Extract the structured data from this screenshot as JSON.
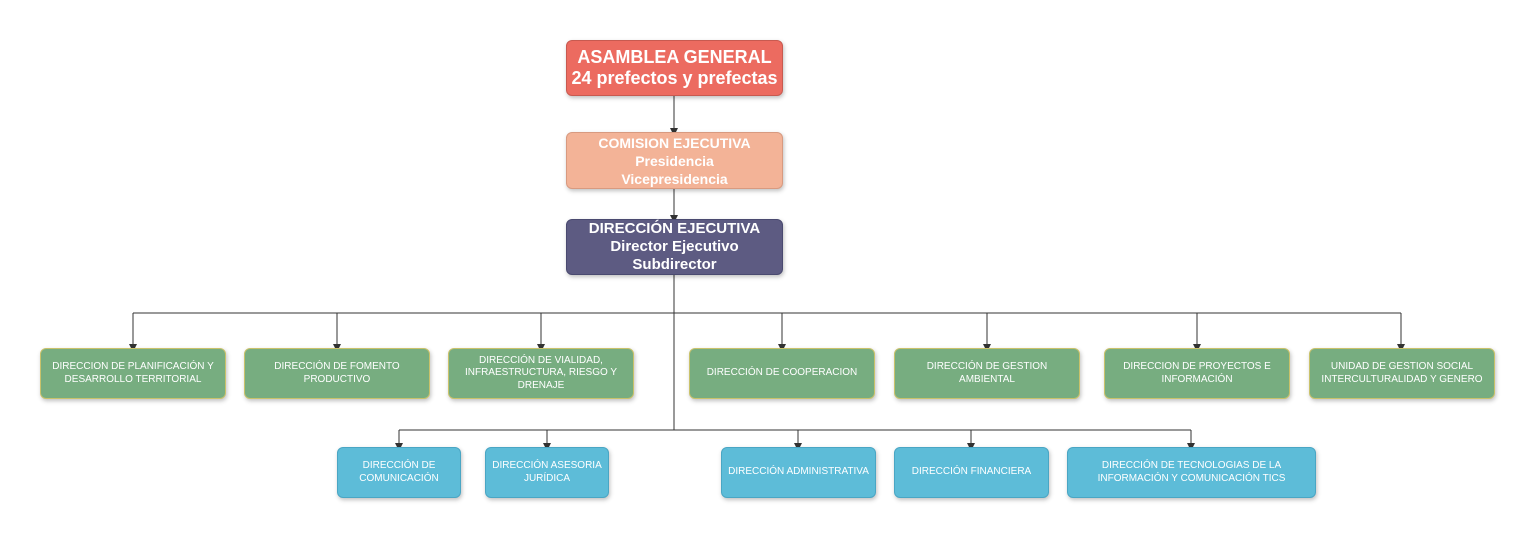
{
  "top": {
    "line1": "ASAMBLEA GENERAL",
    "line2": "24 prefectos y prefectas"
  },
  "comision": {
    "line1": "COMISION EJECUTIVA",
    "line2": "Presidencia",
    "line3": "Vicepresidencia"
  },
  "direccion": {
    "line1": "DIRECCIÓN EJECUTIVA",
    "line2": "Director Ejecutivo",
    "line3": "Subdirector"
  },
  "row1": [
    {
      "label": "DIRECCION DE PLANIFICACIÓN Y DESARROLLO TERRITORIAL"
    },
    {
      "label": "DIRECCIÓN DE FOMENTO PRODUCTIVO"
    },
    {
      "label": "DIRECCIÓN DE VIALIDAD, INFRAESTRUCTURA, RIESGO Y DRENAJE"
    },
    {
      "label": "DIRECCIÓN DE COOPERACION"
    },
    {
      "label": "DIRECCIÓN DE GESTION AMBIENTAL"
    },
    {
      "label": "DIRECCION DE PROYECTOS E INFORMACIÓN"
    },
    {
      "label": "UNIDAD DE GESTION SOCIAL INTERCULTURALIDAD Y GENERO"
    }
  ],
  "row2": [
    {
      "label": "DIRECCIÓN DE COMUNICACIÓN"
    },
    {
      "label": "DIRECCIÓN ASESORIA JURÍDICA"
    },
    {
      "label": "DIRECCIÓN ADMINISTRATIVA"
    },
    {
      "label": "DIRECCIÓN FINANCIERA"
    },
    {
      "label": "DIRECCIÓN DE TECNOLOGIAS DE LA INFORMACIÓN Y COMUNICACIÓN TICS"
    }
  ],
  "colors": {
    "top": "#ec6b60",
    "comision": "#f3b397",
    "direccion": "#5d5b82",
    "green": "#77ad80",
    "blue": "#5dbcd8",
    "connector": "#333333"
  }
}
